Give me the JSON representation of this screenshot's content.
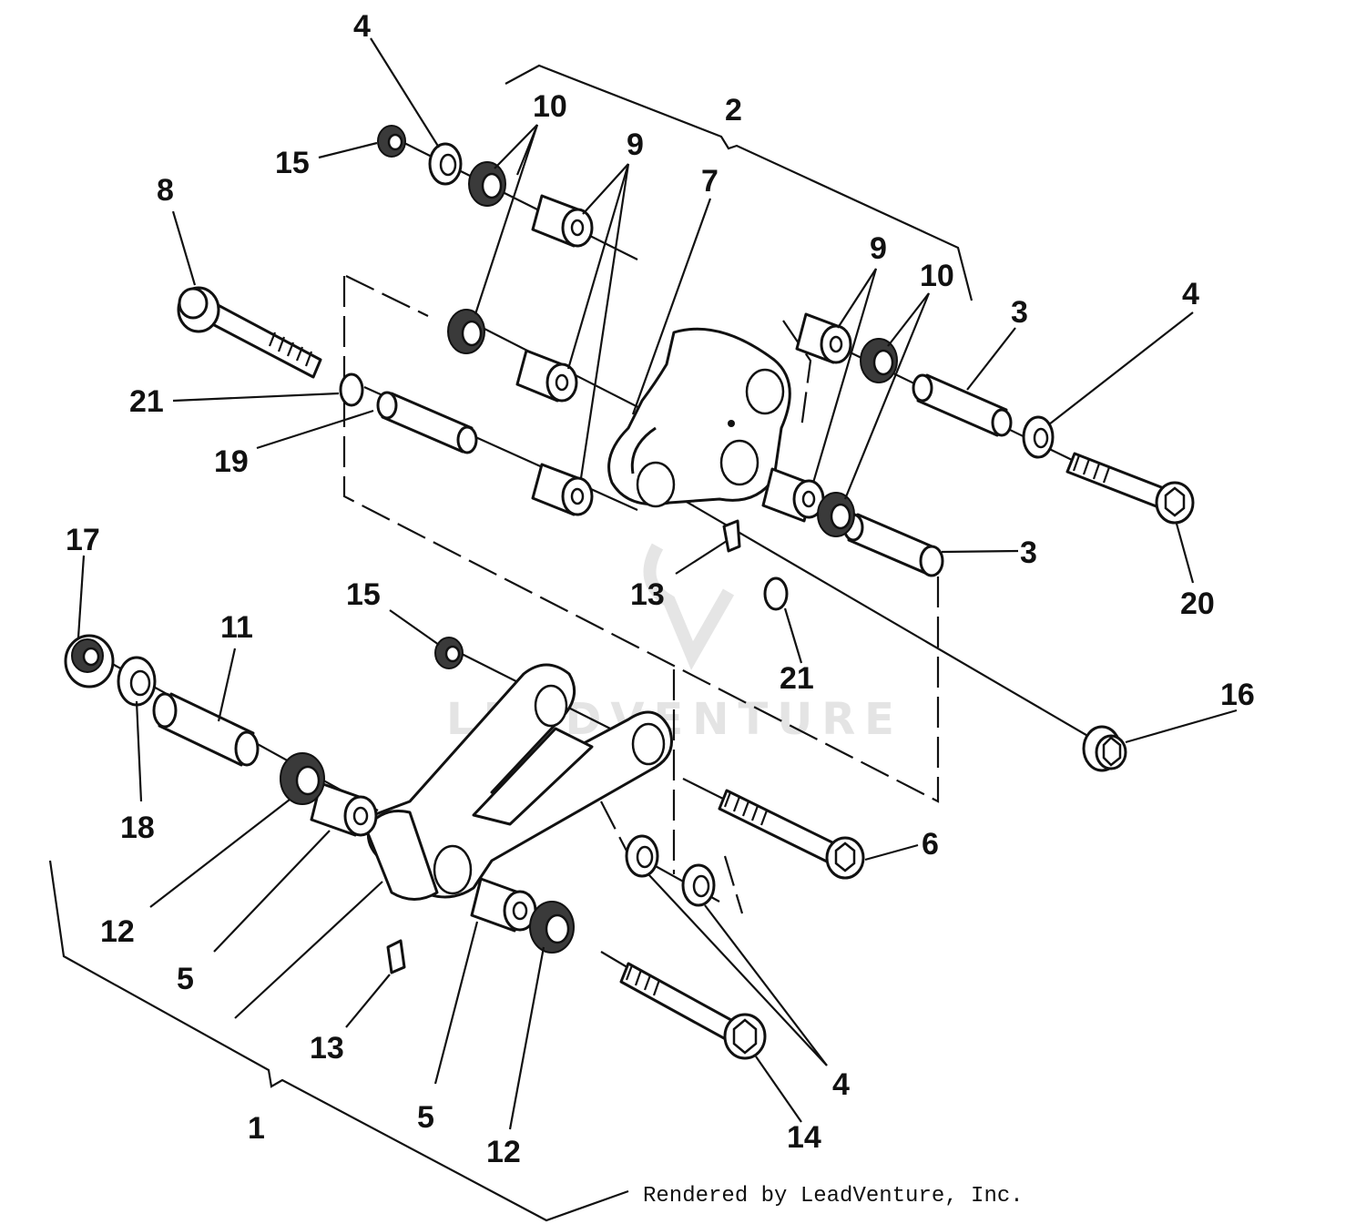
{
  "diagram": {
    "callouts": {
      "c1": "1",
      "c2": "2",
      "c3a": "3",
      "c3b": "3",
      "c4a": "4",
      "c4b": "4",
      "c4c": "4",
      "c5a": "5",
      "c5b": "5",
      "c6": "6",
      "c7": "7",
      "c8": "8",
      "c9a": "9",
      "c9b": "9",
      "c10a": "10",
      "c10b": "10",
      "c11": "11",
      "c12a": "12",
      "c12b": "12",
      "c13a": "13",
      "c13b": "13",
      "c14": "14",
      "c15a": "15",
      "c15b": "15",
      "c16": "16",
      "c17": "17",
      "c18": "18",
      "c19": "19",
      "c20": "20",
      "c21a": "21",
      "c21b": "21"
    },
    "watermark": "LEADVENTURE",
    "footer": "Rendered by LeadVenture, Inc."
  }
}
